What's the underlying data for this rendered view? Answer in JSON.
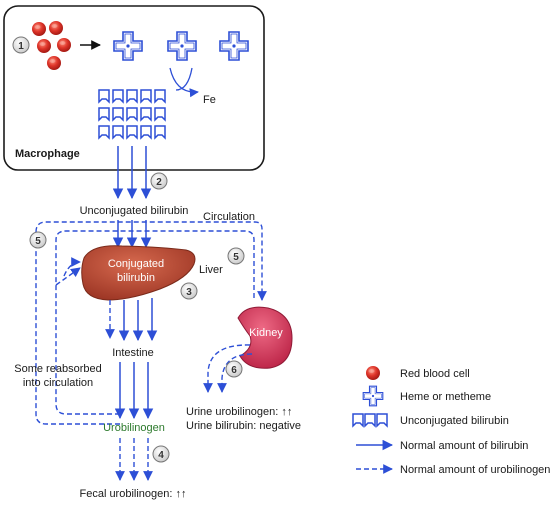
{
  "macrophage": {
    "label": "Macrophage",
    "iron_label": "Fe"
  },
  "steps": [
    "1",
    "2",
    "3",
    "4",
    "5",
    "5",
    "6"
  ],
  "labels": {
    "unconjugated_bilirubin": "Unconjugated bilirubin",
    "circulation": "Circulation",
    "liver": "Liver",
    "conjugated_bilirubin_line1": "Conjugated",
    "conjugated_bilirubin_line2": "bilirubin",
    "intestine": "Intestine",
    "kidney": "Kidney",
    "reabsorbed_line1": "Some reabsorbed",
    "reabsorbed_line2": "into circulation",
    "urobilinogen": "Urobilinogen",
    "fecal_urobilinogen": "Fecal urobilinogen: ↑↑",
    "urine_urobilinogen": "Urine urobilinogen: ↑↑",
    "urine_bilirubin": "Urine bilirubin: negative"
  },
  "legend": [
    {
      "key": "rbc",
      "label": "Red blood cell"
    },
    {
      "key": "heme",
      "label": "Heme or metheme"
    },
    {
      "key": "unconj",
      "label": "Unconjugated bilirubin"
    },
    {
      "key": "solid",
      "label": "Normal amount of bilirubin"
    },
    {
      "key": "dashed",
      "label": "Normal amount of urobilinogen"
    }
  ],
  "colors": {
    "arrow_blue": "#2d4fd6",
    "rbc_red": "#d9302a",
    "liver_brown": "#b0412e",
    "kidney_pink": "#d8385a",
    "urobilinogen_green": "#2d7a2d"
  }
}
